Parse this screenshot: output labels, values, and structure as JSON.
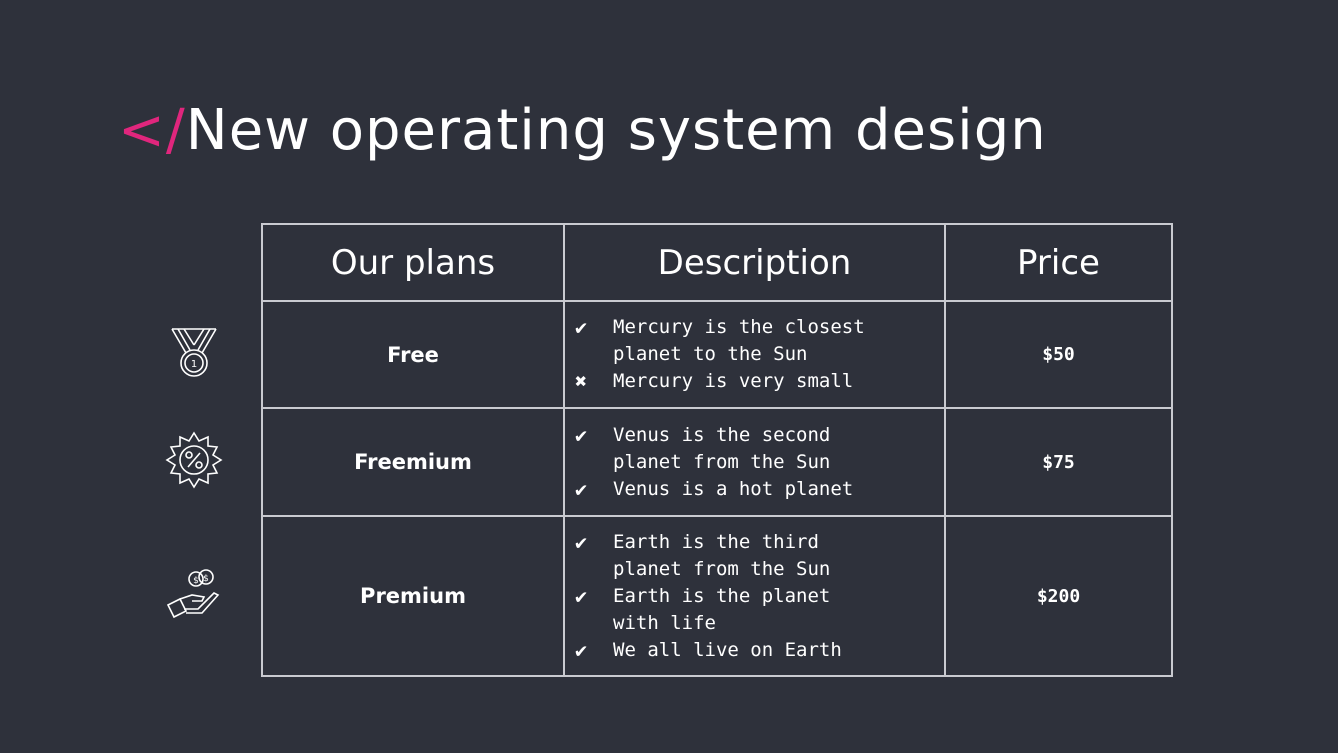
{
  "title": {
    "prefix": "</",
    "text": "New operating system design",
    "accent_color": "#e0267d"
  },
  "table": {
    "headers": [
      "Our plans",
      "Description",
      "Price"
    ],
    "rows": [
      {
        "icon": "medal-icon",
        "plan": "Free",
        "price": "$50",
        "bullets": [
          {
            "mark": "✔",
            "type": "check",
            "text": "Mercury is the closest\nplanet to the Sun"
          },
          {
            "mark": "✖",
            "type": "cross",
            "text": "Mercury is very small"
          }
        ]
      },
      {
        "icon": "discount-badge-icon",
        "plan": "Freemium",
        "price": "$75",
        "bullets": [
          {
            "mark": "✔",
            "type": "check",
            "text": "Venus is the second\nplanet from the Sun"
          },
          {
            "mark": "✔",
            "type": "check",
            "text": "Venus is a hot planet"
          }
        ]
      },
      {
        "icon": "hand-coins-icon",
        "plan": "Premium",
        "price": "$200",
        "bullets": [
          {
            "mark": "✔",
            "type": "check",
            "text": "Earth is the third\nplanet from the Sun"
          },
          {
            "mark": "✔",
            "type": "check",
            "text": "Earth is the planet\nwith life"
          },
          {
            "mark": "✔",
            "type": "check",
            "text": "We all live on Earth"
          }
        ]
      }
    ]
  }
}
